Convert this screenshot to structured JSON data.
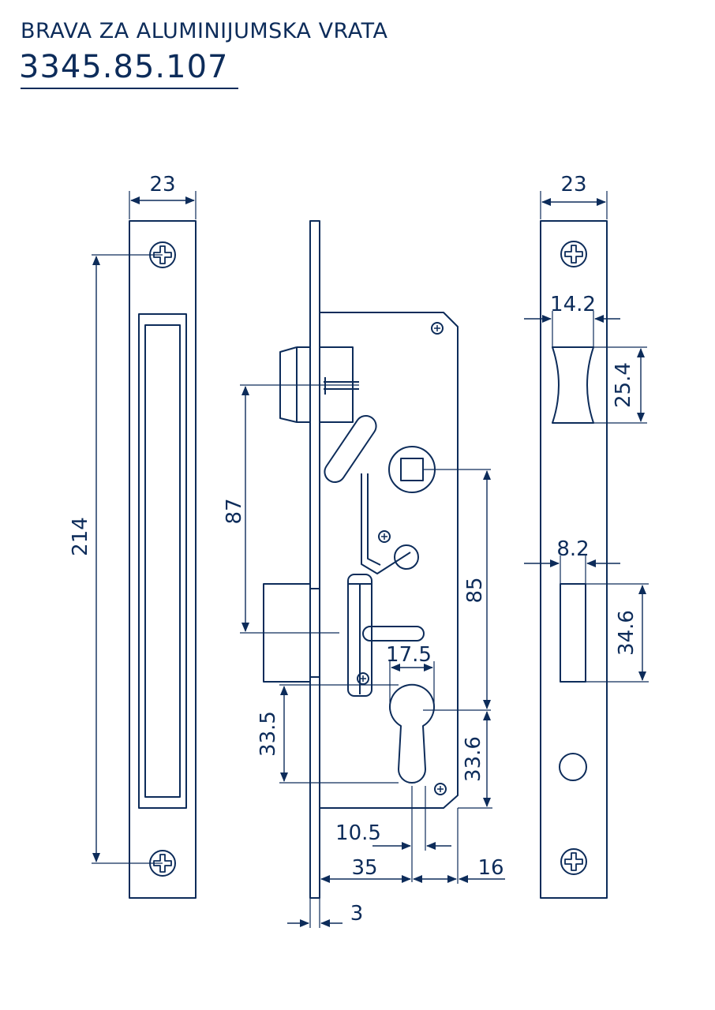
{
  "header": {
    "title": "BRAVA ZA ALUMINIJUMSKA VRATA",
    "code": "3345.85.107"
  },
  "colors": {
    "ink": "#0d2c5a",
    "background": "#ffffff"
  },
  "dimensions": {
    "left_plate_width": "23",
    "left_screw_spacing": "214",
    "latch_to_bolt": "87",
    "handle_to_cylinder": "85",
    "cylinder_width": "17.5",
    "cylinder_lower": "33.5",
    "cylinder_upper": "33.6",
    "cylinder_slot": "10.5",
    "backset": "35",
    "case_offset": "16",
    "faceplate_thickness": "3",
    "right_plate_width": "23",
    "latch_opening_width": "14.2",
    "latch_opening_height": "25.4",
    "bolt_opening_width": "8.2",
    "bolt_opening_height": "34.6"
  }
}
